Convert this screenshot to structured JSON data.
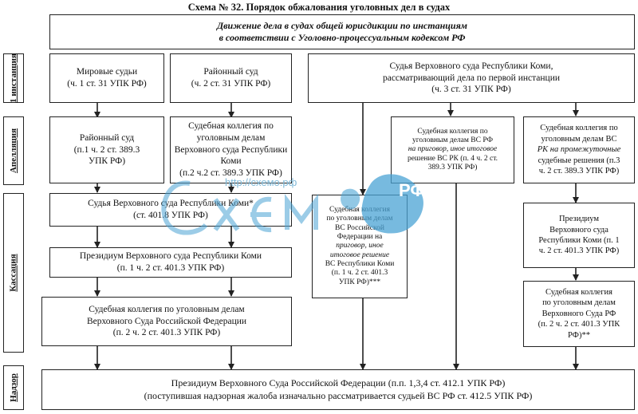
{
  "title": "Схема № 32.  Порядок обжалования уголовных дел в судах",
  "header": {
    "line1": "Движение дела в судах общей юрисдикции по инстанциям",
    "line2": "в  соответствии с Уголовно-процессуальным кодексом РФ"
  },
  "stages": {
    "first": "1 инстанция",
    "appeal": "Апелляция",
    "cassation": "Кассация",
    "supervision": "Надзор"
  },
  "boxes": {
    "mirovye": {
      "l1": "Мировые судьи",
      "l2": "(ч. 1 ст. 31 УПК РФ)"
    },
    "rayonny1": {
      "l1": "Районный суд",
      "l2": "(ч. 2 ст. 31 УПК РФ)"
    },
    "vs_komi_first": {
      "l1": "Судья Верховного суда Республики Коми,",
      "l2": "рассматривающий дела по первой инстанции",
      "l3": "(ч. 3 ст. 31 УПК РФ)"
    },
    "rayonny2": {
      "l1": "Районный суд",
      "l2": "(п.1 ч. 2 ст. 389.3",
      "l3": "УПК РФ)"
    },
    "kollegia_komi": {
      "l1": "Судебная коллегия по",
      "l2": "уголовным делам",
      "l3": "Верховного суда Республики",
      "l4": "Коми",
      "l5": "(п.2 ч.2 ст. 389.3 УПК РФ)"
    },
    "kollegia_vsrk_final": {
      "l1": "Судебная коллегия по",
      "l2": "уголовным делам ВС РФ",
      "l3": "на приговор, иное итоговое",
      "l4": "решение ВС РК (п. 4 ч. 2 ст.",
      "l5": "389.3 УПК РФ)"
    },
    "kollegia_vsrk_interim": {
      "l1": "Судебная коллегия по",
      "l2": "уголовным делам ВС",
      "l3": "РК на промежуточные",
      "l4": "судебные решения (п.3",
      "l5": "ч. 2 ст. 389.3 УПК РФ)"
    },
    "sudya_vs_komi": {
      "l1": "Судья Верховного суда Республики  Коми*",
      "l2": "(ст. 401.8 УПК РФ)"
    },
    "prezidium_komi1": {
      "l1": "Президиум Верховного суда Республики Коми",
      "l2": "(п. 1 ч. 2 ст. 401.3 УПК РФ)"
    },
    "kollegia_vsrf1": {
      "l1": "Судебная коллегия по уголовным делам",
      "l2": "Верховного Суда Российской Федерации",
      "l3": "(п. 2 ч. 2 ст. 401.3 УПК РФ)"
    },
    "kollegia_vsrf_cass": {
      "l1": "Судебная коллегия",
      "l2": "по уголовным делам",
      "l3": "ВС Российской",
      "l4": "Федерации на",
      "l5": "приговор, иное",
      "l6": "итоговое решение",
      "l7": "ВС Республики Коми",
      "l8": "(п. 1 ч. 2 ст. 401.3",
      "l9": "УПК РФ)***"
    },
    "prezidium_komi2": {
      "l1": "Президиум",
      "l2": "Верховного суда",
      "l3": "Республики Коми (п. 1",
      "l4": "ч. 2 ст. 401.3 УПК РФ)"
    },
    "kollegia_vsrf2": {
      "l1": "Судебная коллегия",
      "l2": "по уголовным делам",
      "l3": "Верховного Суда РФ",
      "l4": "(п. 2 ч. 2 ст. 401.3 УПК",
      "l5": "РФ)**"
    },
    "prezidium_rf": {
      "l1": "Президиум Верховного Суда Российской Федерации (п.п. 1,3,4 ст. 412.1 УПК РФ)",
      "l2": "(поступившая надзорная жалоба изначально рассматривается судьей ВС РФ ст. 412.5 УПК РФ)"
    }
  },
  "watermark": {
    "url": "http://схемо.рф",
    "brand": "РФ"
  },
  "colors": {
    "line": "#222222",
    "watermark": "#4aa3d4"
  }
}
